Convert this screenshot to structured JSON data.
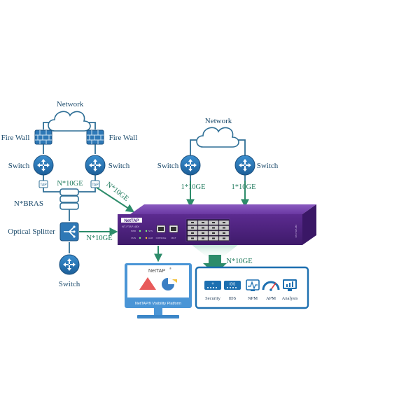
{
  "left": {
    "network": "Network",
    "firewall_left": "Fire Wall",
    "firewall_right": "Fire Wall",
    "switch_left": "Switch",
    "switch_right": "Switch",
    "link_10ge": "N*10GE",
    "tap_left": "TAP",
    "tap_right": "TAP",
    "bras": "N*BRAS",
    "splitter": "Optical Splitter",
    "splitter_link": "N*10GE",
    "bottom_switch": "Switch",
    "diag_link": "N*10GE"
  },
  "right": {
    "network": "Network",
    "switch_left": "Switch",
    "switch_right": "Switch",
    "link_left": "1*10GE",
    "link_right": "1*10GE"
  },
  "device": {
    "brand": "NetTAP",
    "model": "NT-FTAP-48X",
    "led_labels": [
      "PWR",
      "SYS",
      "RUN",
      "ALM"
    ],
    "port_console": "CONSOLE",
    "port_mgmt": "MGT",
    "right_text": "NT-FTAP-48X"
  },
  "output_link": "N*10GE",
  "monitor": {
    "logo": "NetTAP",
    "logo_mark": "®",
    "caption": "NetTAP® Visibility Platform"
  },
  "tools": [
    {
      "label": "Security",
      "badge": "+"
    },
    {
      "label": "IDS",
      "badge": "IDS"
    },
    {
      "label": "NPM",
      "badge": ""
    },
    {
      "label": "APM",
      "badge": ""
    },
    {
      "label": "Analysis",
      "badge": ""
    }
  ],
  "colors": {
    "line_blue": "#2f6f96",
    "green": "#2d8c6a",
    "device_purple": "#5a2b8c",
    "icon_blue": "#1d6fb0"
  }
}
